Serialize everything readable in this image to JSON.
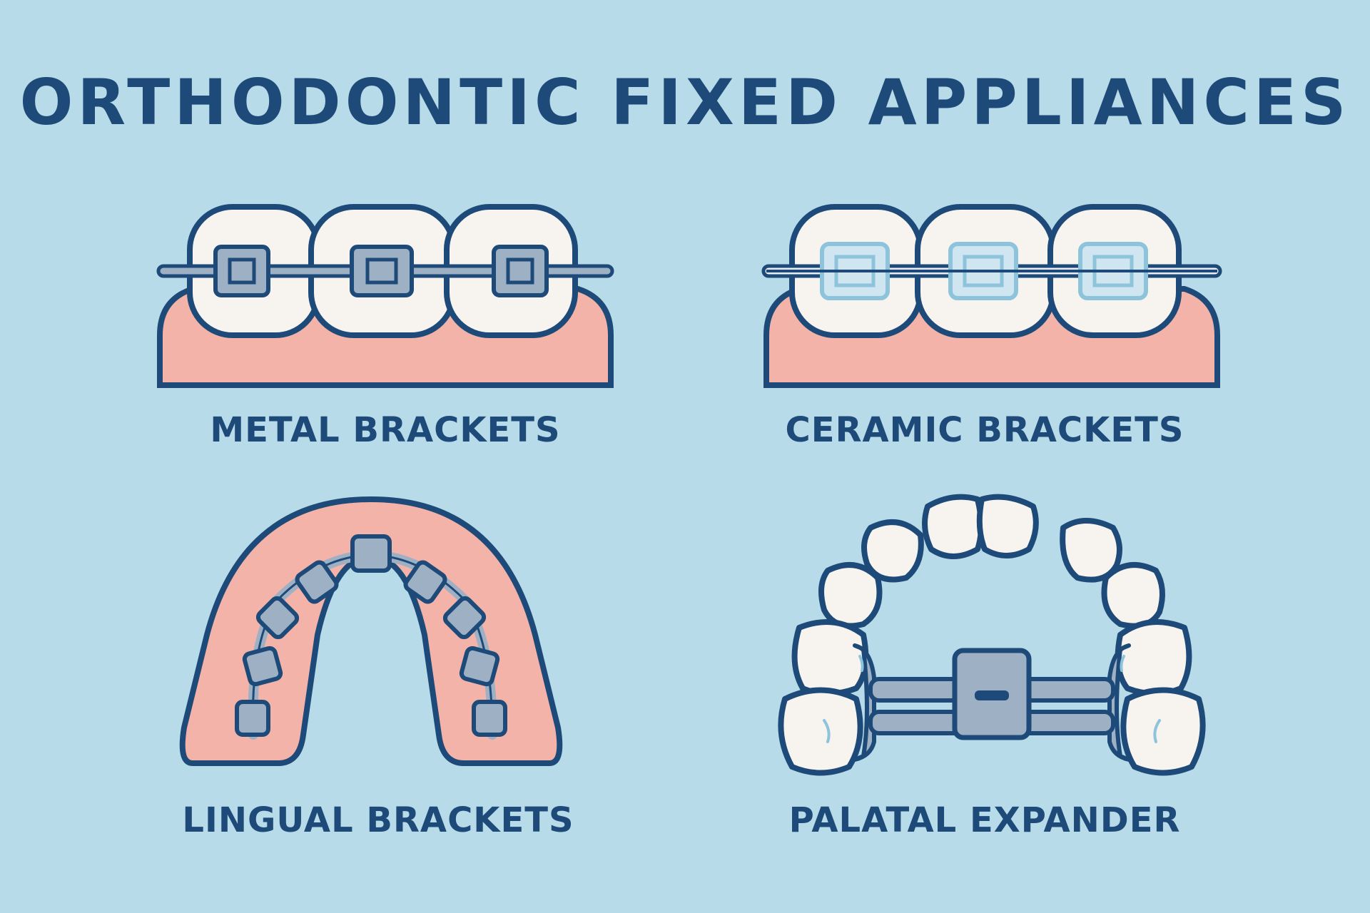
{
  "title": "ORTHODONTIC FIXED APPLIANCES",
  "panels": {
    "metal": {
      "label": "METAL BRACKETS"
    },
    "ceramic": {
      "label": "CERAMIC BRACKETS"
    },
    "lingual": {
      "label": "LINGUAL BRACKETS"
    },
    "expander": {
      "label": "PALATAL EXPANDER"
    }
  },
  "colors": {
    "background": "#b7dbe8",
    "outline": "#1d4a79",
    "gum": "#f4b3a8",
    "tooth": "#f7f4f0",
    "metal": "#9eb0c4",
    "ceramic": "#8ec3dc"
  }
}
